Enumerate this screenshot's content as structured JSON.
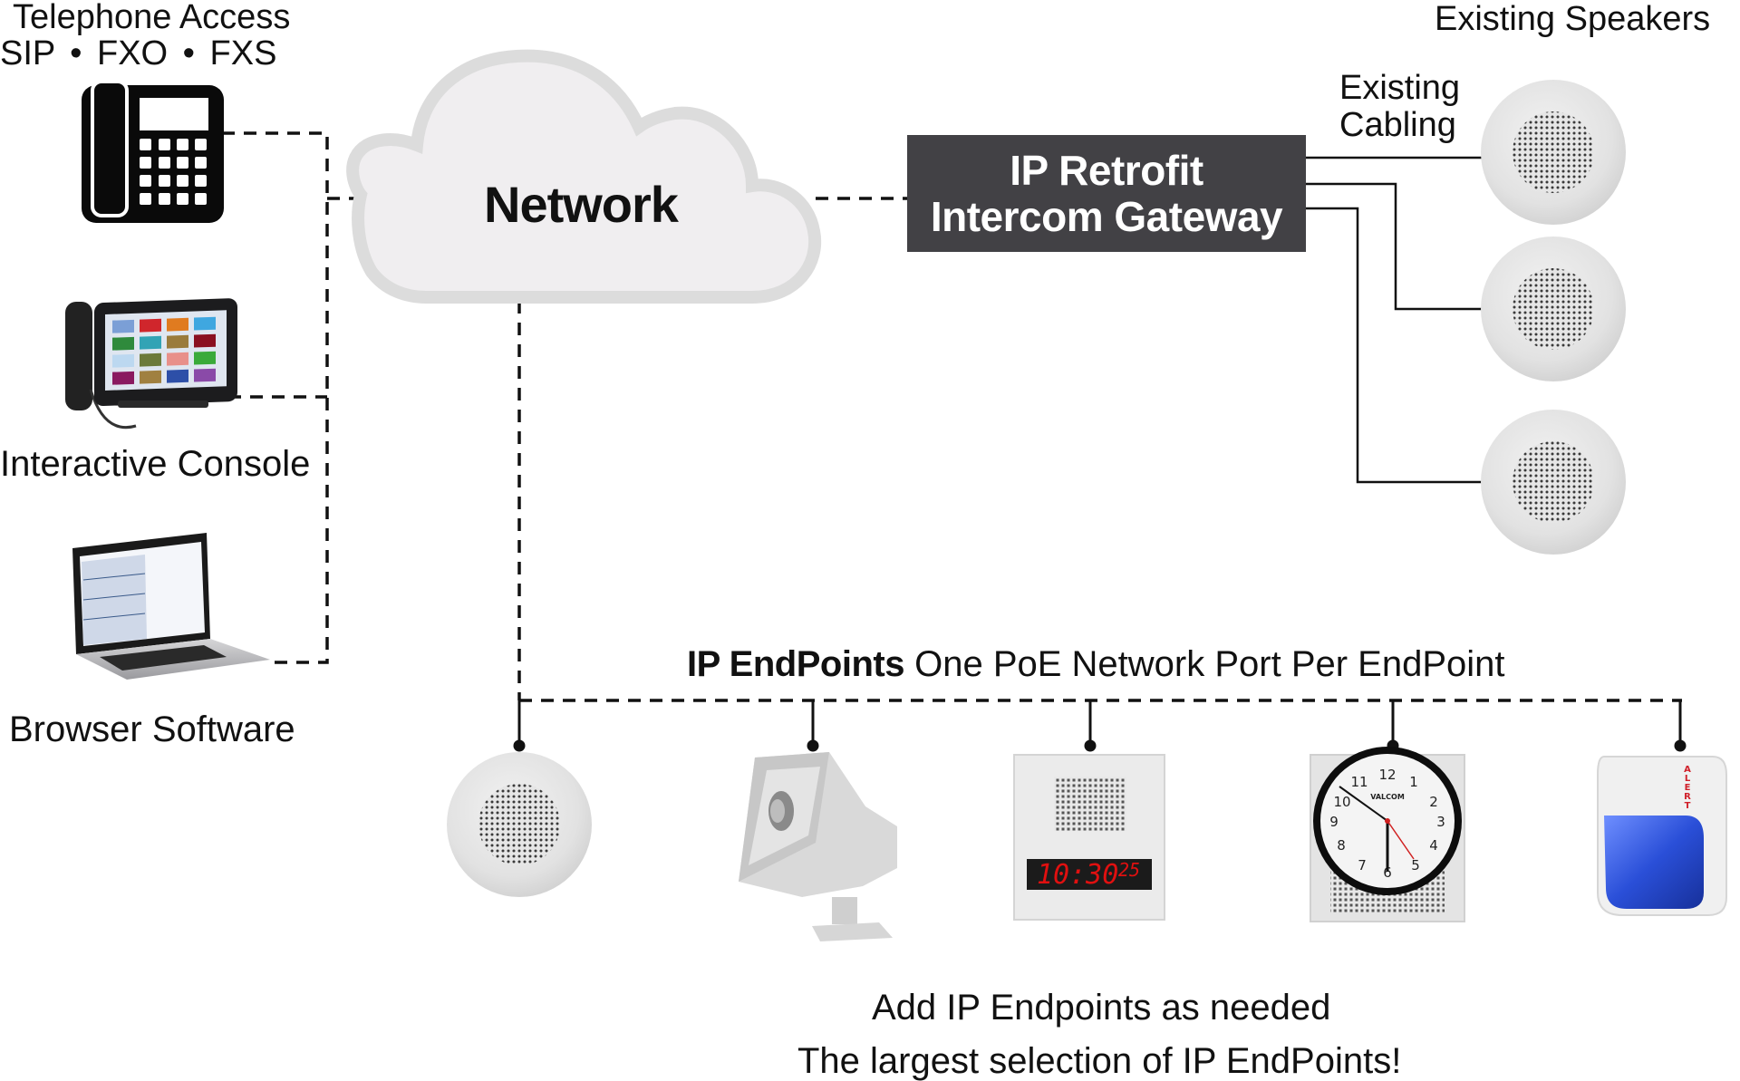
{
  "diagram": {
    "telephone_access": {
      "title": "Telephone Access",
      "protocols": [
        "SIP",
        "FXO",
        "FXS"
      ],
      "protocols_text": "SIP  •  FXO  •  FXS"
    },
    "left_devices": [
      {
        "label": "Interactive Console"
      },
      {
        "label": "Browser Software"
      }
    ],
    "network": {
      "label": "Network"
    },
    "gateway": {
      "line1": "IP Retrofit",
      "line2": "Intercom Gateway"
    },
    "existing_cabling": {
      "line1": "Existing",
      "line2": "Cabling"
    },
    "existing_speakers": {
      "title": "Existing Speakers",
      "count": 3
    },
    "endpoints": {
      "title_bold": "IP EndPoints",
      "subtitle": "One PoE Network Port Per EndPoint",
      "devices": [
        {
          "type": "ceiling-speaker"
        },
        {
          "type": "horn-speaker"
        },
        {
          "type": "speaker-digital-clock",
          "display_time": "10:30",
          "display_seconds": "25"
        },
        {
          "type": "analog-clock-speaker",
          "brand": "VALCOM"
        },
        {
          "type": "alert-strobe",
          "text": "ALERT"
        }
      ]
    },
    "footer": {
      "line1": "Add IP Endpoints as needed",
      "line2": "The largest selection of IP EndPoints!"
    },
    "colors": {
      "gateway_fill": "#424145",
      "cloud_fill": "#f0eef0",
      "cloud_stroke": "#dcdcdc",
      "clock_digits": "#e01010",
      "strobe_blue": "#2a4fd8",
      "alert_red": "#d0202a"
    }
  }
}
